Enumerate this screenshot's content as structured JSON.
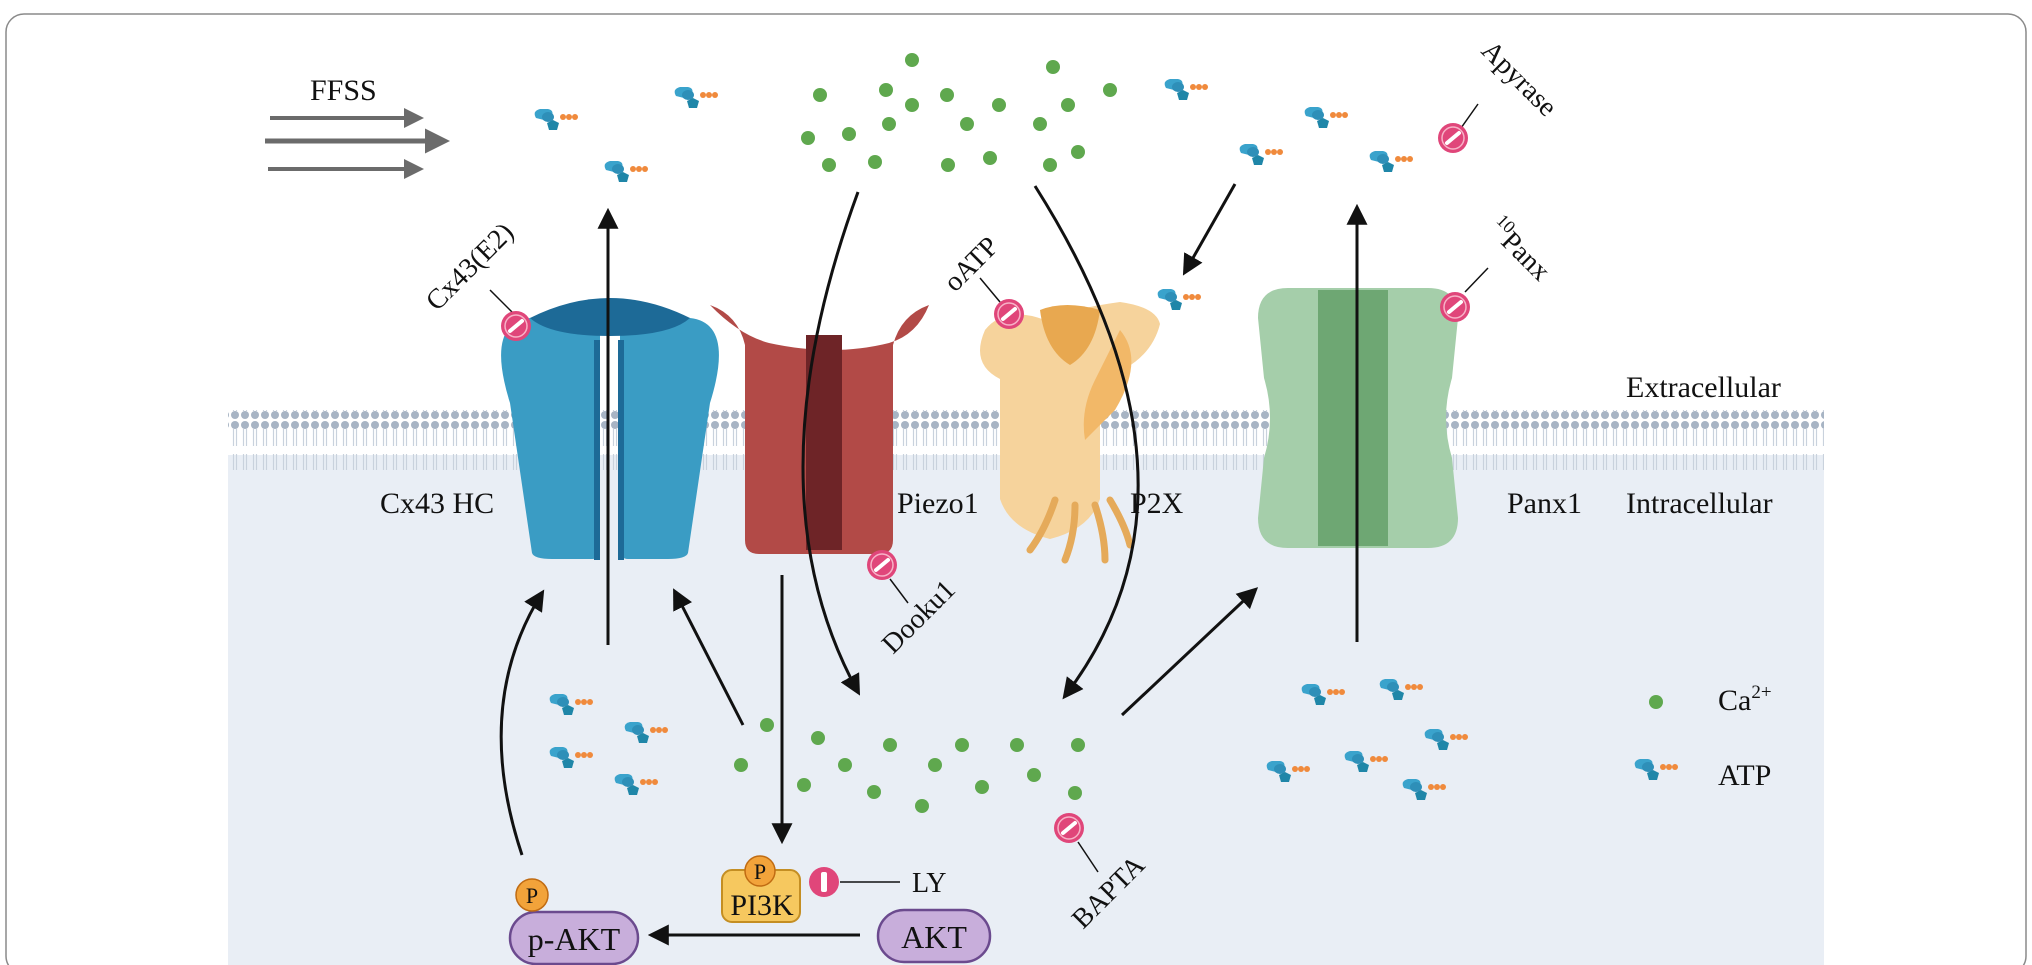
{
  "labels": {
    "ffss": "FFSS",
    "extracellular": "Extracellular",
    "intracellular": "Intracellular",
    "cx43_hc": "Cx43 HC",
    "piezo1": "Piezo1",
    "p2x": "P2X",
    "panx1": "Panx1"
  },
  "inhibitors": {
    "cx43e2": "Cx43(E2)",
    "oatp": "oATP",
    "apyrase": "Apyrase",
    "panx_sup": "10",
    "panx_rest": "Panx",
    "dooku1": "Dooku1",
    "bapta": "BAPTA",
    "ly": "LY"
  },
  "signaling": {
    "pi3k": "PI3K",
    "akt": "AKT",
    "pakt": "p-AKT",
    "phospho": "P"
  },
  "legend": {
    "ca_base": "Ca",
    "ca_sup": "2+",
    "atp": "ATP"
  },
  "colors": {
    "cx43": "#3a9cc4",
    "piezo": "#b24a47",
    "p2x": "#f3c47a",
    "panx": "#8fbf96",
    "calcium": "#5fa84e",
    "atp_blue": "#3aa3cc",
    "atp_orange": "#f08a3c",
    "inhibitor": "#e0467a",
    "akt_fill": "#c8aedb",
    "pi3k_fill": "#f6c85f"
  }
}
